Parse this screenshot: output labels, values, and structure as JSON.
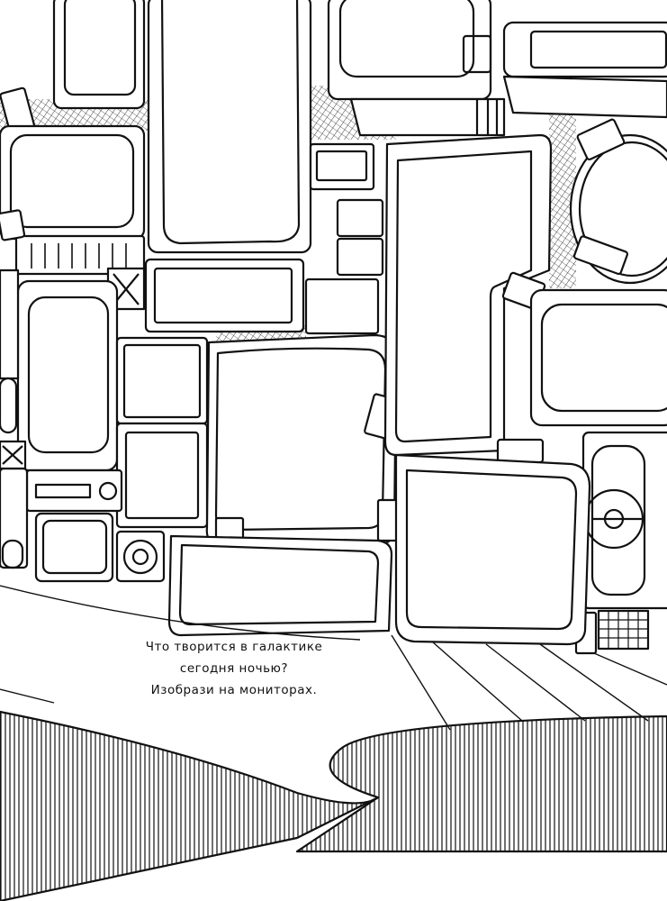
{
  "caption": {
    "line1": "Что творится в галактике",
    "line2": "сегодня ночью?",
    "line3": "Изобрази на мониторах."
  },
  "colors": {
    "ink": "#111111",
    "paper": "#ffffff"
  }
}
